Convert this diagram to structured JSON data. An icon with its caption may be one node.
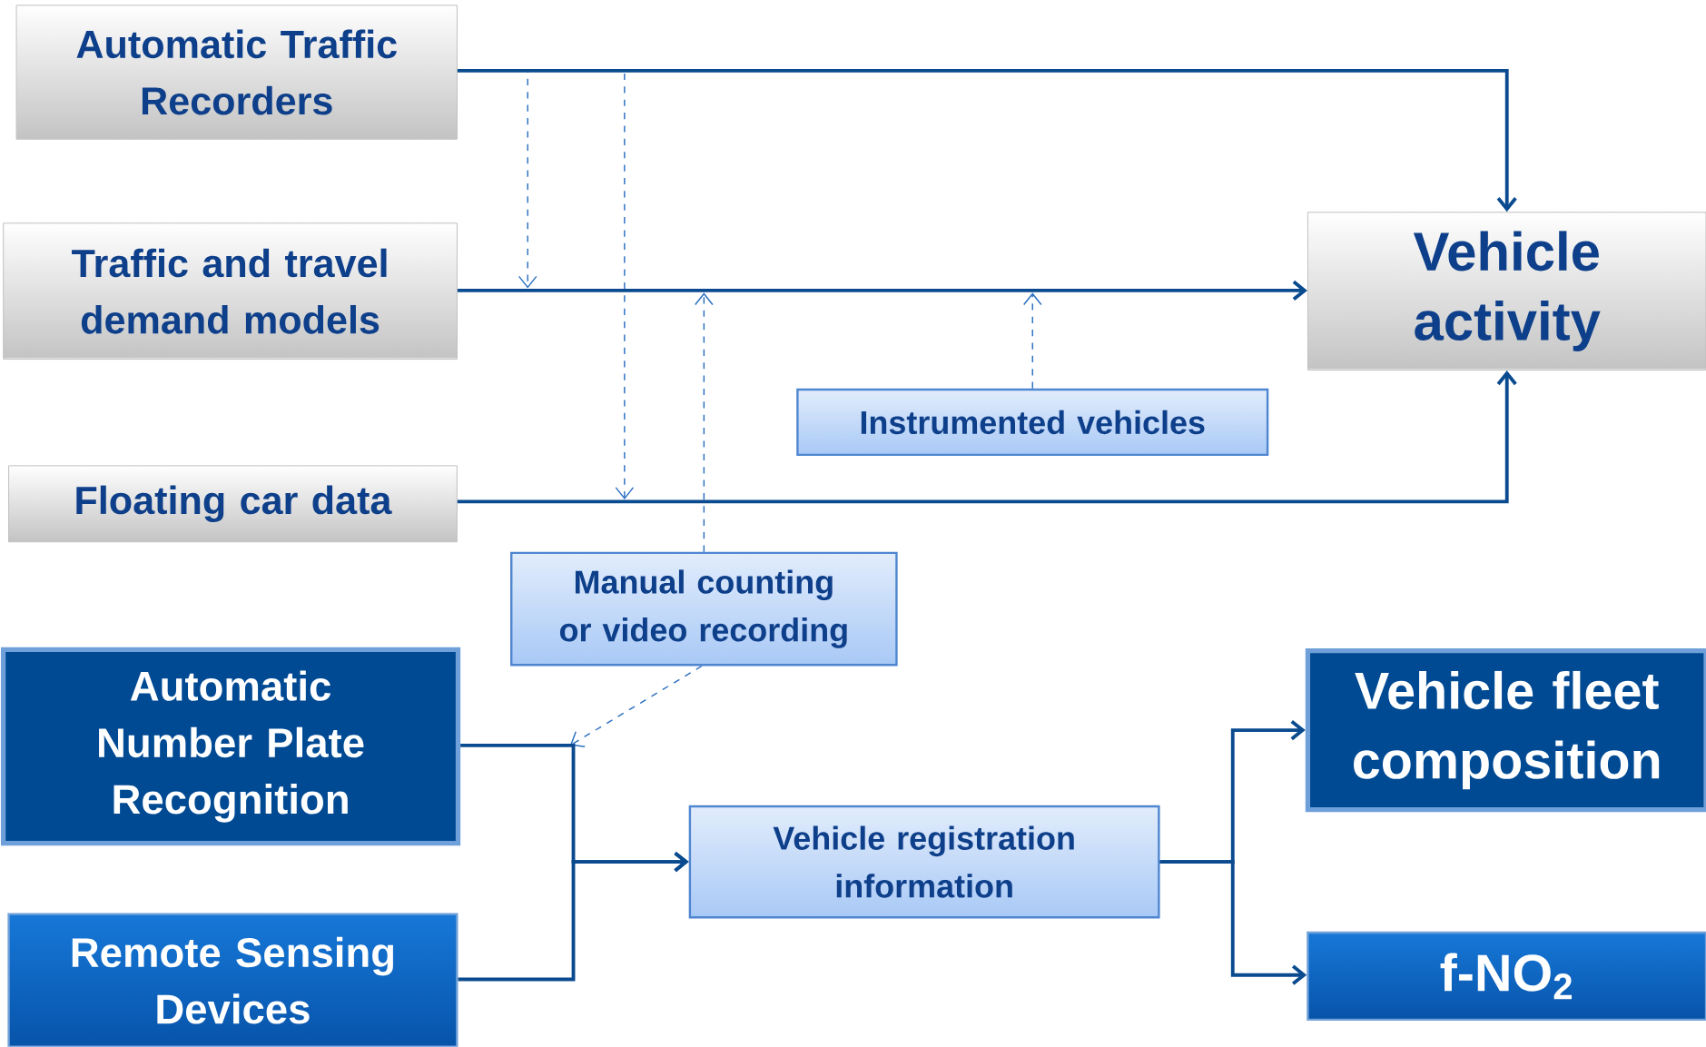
{
  "diagram": {
    "nodes": [
      {
        "text": [
          "Automatic Traffic Recorders"
        ]
      },
      {
        "text": [
          "Traffic and travel demand models"
        ]
      },
      {
        "text": [
          "Floating car data"
        ]
      },
      {
        "text": [
          "Vehicle activity"
        ]
      },
      {
        "text": [
          "Instrumented vehicles"
        ]
      },
      {
        "text": [
          "Manual counting or video recording"
        ]
      },
      {
        "text": [
          "Automatic Number Plate Recognition"
        ]
      },
      {
        "text": [
          "Remote Sensing Devices"
        ]
      },
      {
        "text": [
          "Vehicle registration information"
        ]
      },
      {
        "text": [
          "Vehicle fleet composition"
        ]
      },
      {
        "text": [
          "f-NO$_{2}$"
        ]
      }
    ],
    "edges": [
      {
        "from": 0,
        "to": 3,
        "arrow": "to"
      },
      {
        "from": 1,
        "to": 3,
        "arrow": "to"
      },
      {
        "from": 2,
        "to": 3,
        "arrow": "to"
      },
      {
        "from": 0,
        "to": null,
        "arrow": "to",
        "style": "dashed"
      },
      {
        "from": 0,
        "to": null,
        "arrow": "to",
        "style": "dashed"
      },
      {
        "from": 5,
        "to": null,
        "arrow": "to",
        "style": "dashed"
      },
      {
        "from": 4,
        "to": null,
        "arrow": "to",
        "style": "dashed"
      },
      {
        "from": 5,
        "to": null,
        "arrow": "to",
        "style": "dashed"
      },
      {
        "from": 6,
        "to": 8,
        "arrow": "to"
      },
      {
        "from": 7,
        "to": 8,
        "arrow": "to"
      },
      {
        "from": 8,
        "to": 9,
        "arrow": "to"
      },
      {
        "from": 8,
        "to": 10,
        "arrow": "to"
      }
    ]
  }
}
